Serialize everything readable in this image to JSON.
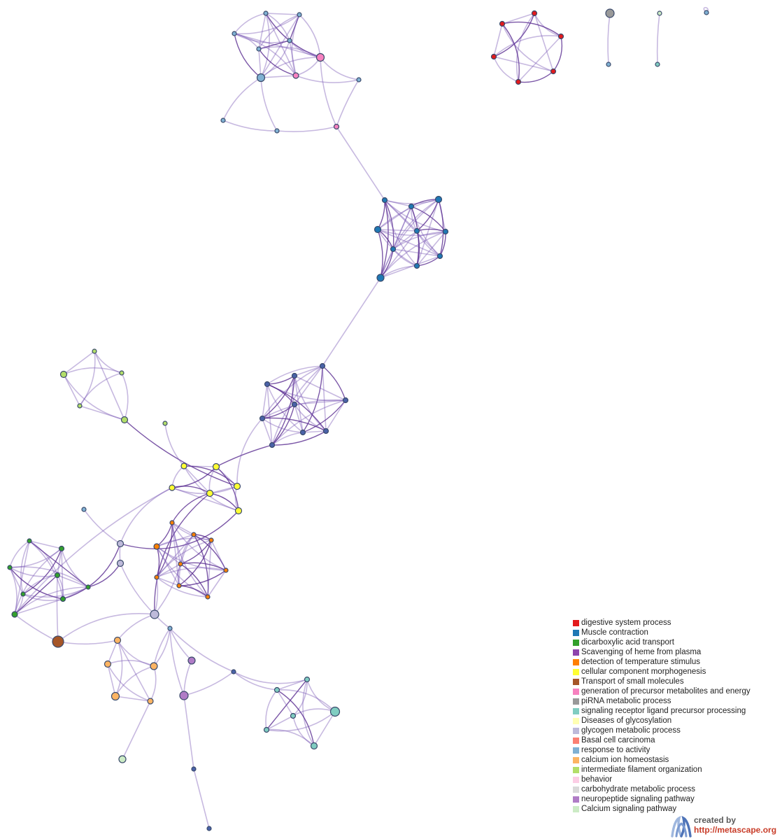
{
  "network": {
    "edge_color": "#7a57b5",
    "node_border": "#3a4a6b"
  },
  "legend": {
    "items": [
      {
        "label": "digestive system process",
        "color": "#e31a1c"
      },
      {
        "label": "Muscle contraction",
        "color": "#1f78b4"
      },
      {
        "label": "dicarboxylic acid transport",
        "color": "#33a02c"
      },
      {
        "label": "Scavenging of heme from plasma",
        "color": "#8e44ad"
      },
      {
        "label": "detection of temperature stimulus",
        "color": "#ff7f00"
      },
      {
        "label": "cellular component morphogenesis",
        "color": "#ffff33"
      },
      {
        "label": "Transport of small molecules",
        "color": "#a65628"
      },
      {
        "label": "generation of precursor metabolites and energy",
        "color": "#f781bf"
      },
      {
        "label": "piRNA metabolic process",
        "color": "#999999"
      },
      {
        "label": "signaling receptor ligand precursor processing",
        "color": "#80cdc1"
      },
      {
        "label": "Diseases of glycosylation",
        "color": "#ffffb3"
      },
      {
        "label": "glycogen metabolic process",
        "color": "#bebada"
      },
      {
        "label": "Basal cell carcinoma",
        "color": "#fb8072"
      },
      {
        "label": "response to activity",
        "color": "#80b1d3"
      },
      {
        "label": "calcium ion homeostasis",
        "color": "#fdb462"
      },
      {
        "label": "intermediate filament organization",
        "color": "#b3de69"
      },
      {
        "label": "behavior",
        "color": "#fccde5"
      },
      {
        "label": "carbohydrate metabolic process",
        "color": "#d9d9d9"
      },
      {
        "label": "neuropeptide signaling pathway",
        "color": "#b07cc6"
      },
      {
        "label": "Calcium signaling pathway",
        "color": "#ccebc5"
      }
    ]
  },
  "brand": {
    "created_by": "created by",
    "url": "http://metascape.org",
    "logo_color": "#6b8fc9"
  }
}
